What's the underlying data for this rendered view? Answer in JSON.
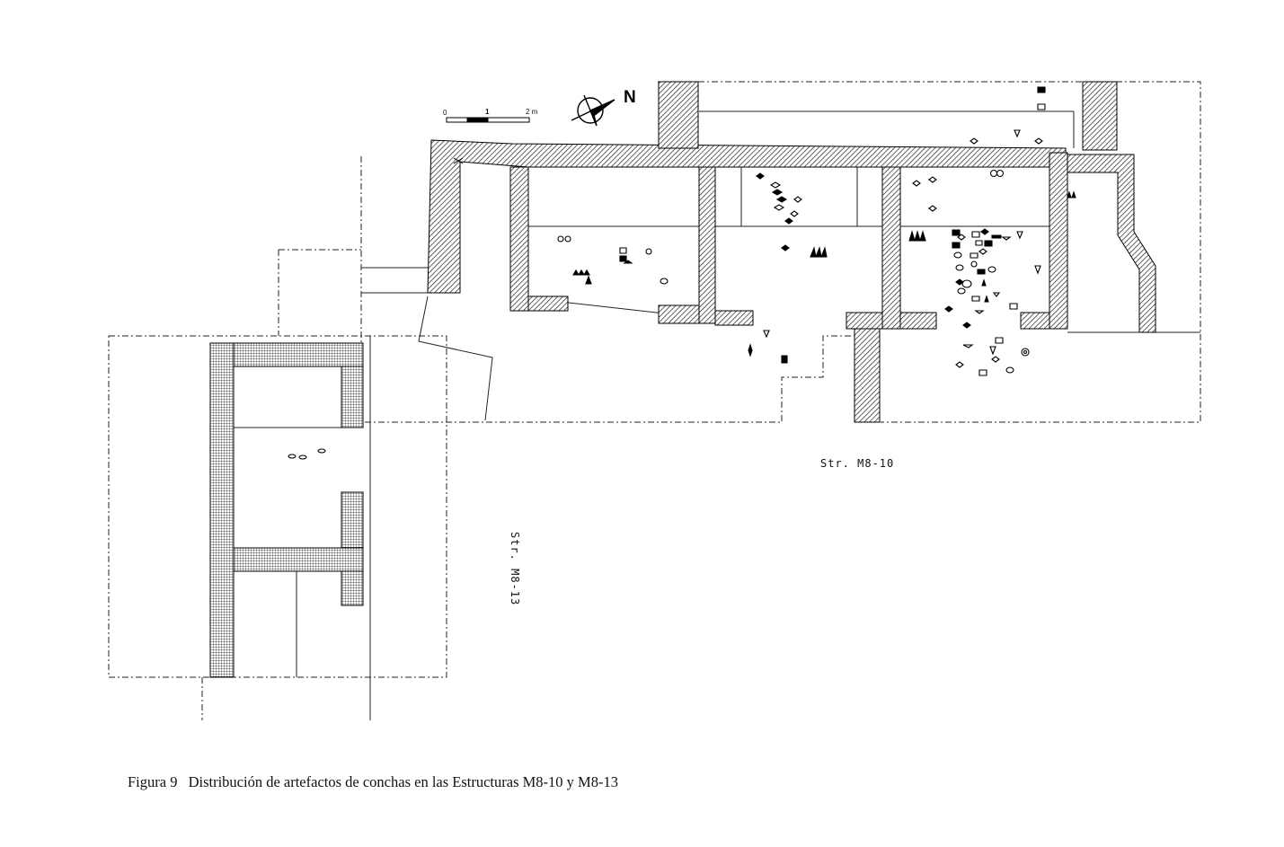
{
  "figure": {
    "label": "Figura 9",
    "caption": "Distribución de artefactos de conchas en las Estructuras M8-10 y M8-13"
  },
  "structures": {
    "m8_10": "Str. M8-10",
    "m8_13": "Str. M8-13"
  },
  "north_arrow": {
    "letter": "N",
    "icon": "north-arrow-icon"
  },
  "scale_bar": {
    "labels": [
      "0",
      "1",
      "2 m"
    ]
  },
  "colors": {
    "ink": "#000000",
    "paper": "#ffffff"
  }
}
